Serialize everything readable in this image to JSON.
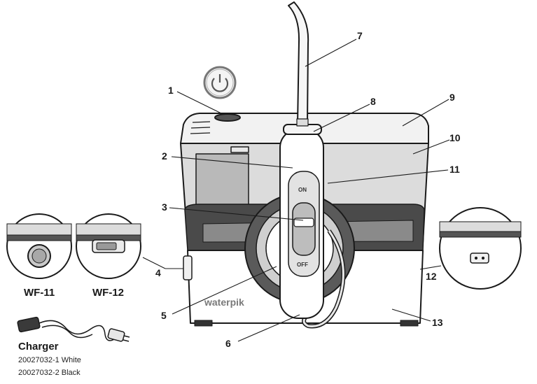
{
  "callouts": [
    "1",
    "2",
    "3",
    "4",
    "5",
    "6",
    "7",
    "8",
    "9",
    "10",
    "11",
    "12",
    "13"
  ],
  "switch": {
    "on": "ON",
    "off": "OFF"
  },
  "brand": "waterpik",
  "variants": {
    "left": "WF-11",
    "right": "WF-12"
  },
  "charger": {
    "title": "Charger",
    "line1": "20027032-1 White",
    "line2": "20027032-2 Black"
  }
}
